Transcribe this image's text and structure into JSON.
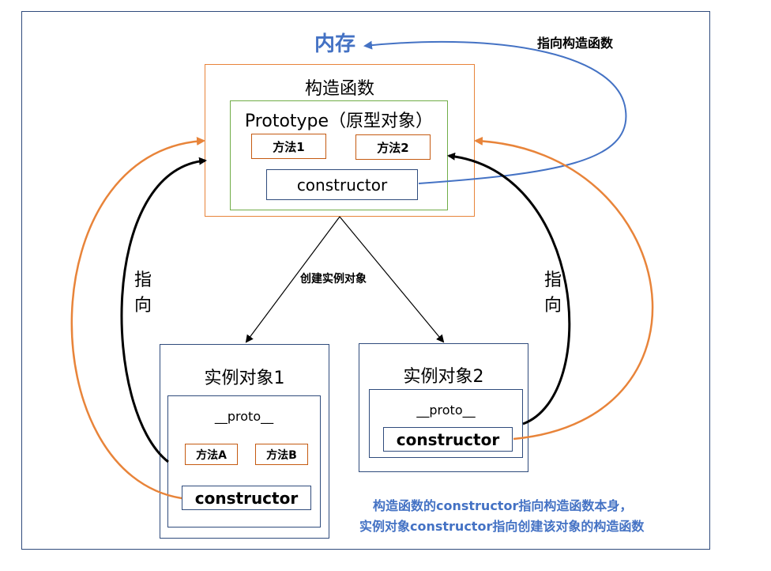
{
  "memory_label": "内存",
  "note_top_right": "指向构造函数",
  "constructor_fn": {
    "title": "构造函数",
    "prototype_title": "Prototype（原型对象）",
    "method1": "方法1",
    "method2": "方法2",
    "constructor": "constructor"
  },
  "create_label": "创建实例对象",
  "point_left_1": "指",
  "point_left_2": "向",
  "point_right_1": "指",
  "point_right_2": "向",
  "instance1": {
    "title": "实例对象1",
    "proto": "__proto__",
    "methodA": "方法A",
    "methodB": "方法B",
    "constructor": "constructor"
  },
  "instance2": {
    "title": "实例对象2",
    "proto": "__proto__",
    "constructor": "constructor"
  },
  "caption_line1": "构造函数的constructor指向构造函数本身，",
  "caption_line2": "实例对象constructor指向创建该对象的构造函数",
  "colors": {
    "orange": "#e8843a",
    "blue": "#4472c4",
    "green": "#70ad47",
    "navy": "#2f4b7c",
    "brown": "#c55a11",
    "black": "#000000"
  }
}
